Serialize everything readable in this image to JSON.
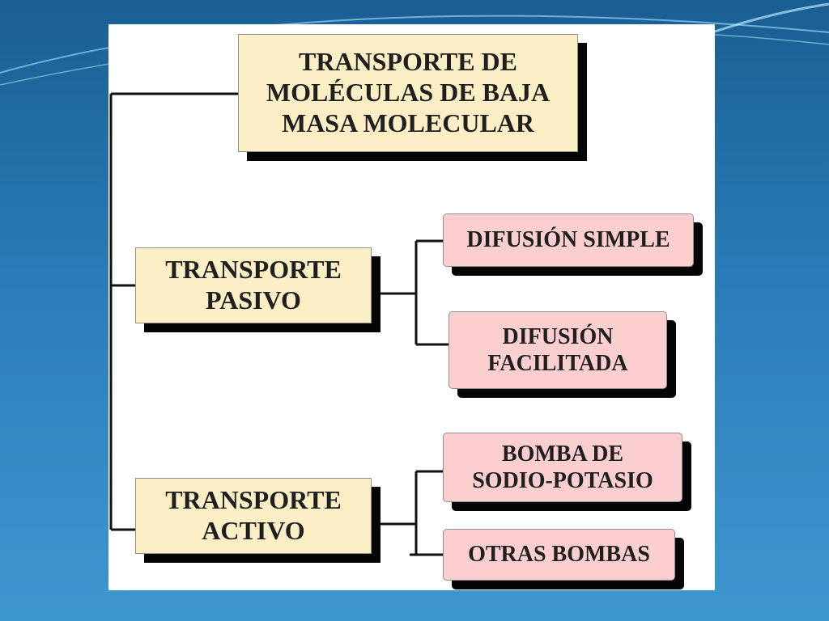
{
  "diagram": {
    "root": {
      "label": "TRANSPORTE DE\nMOLÉCULAS DE BAJA\nMASA MOLECULAR"
    },
    "passive": {
      "label": "TRANSPORTE\nPASIVO"
    },
    "active": {
      "label": "TRANSPORTE\nACTIVO"
    },
    "simple_diffusion": {
      "label": "DIFUSIÓN SIMPLE"
    },
    "facilitated_diffusion": {
      "label": "DIFUSIÓN\nFACILITADA"
    },
    "sodium_potassium_pump": {
      "label": "BOMBA DE\nSODIO-POTASIO"
    },
    "other_pumps": {
      "label": "OTRAS BOMBAS"
    }
  },
  "colors": {
    "background_blue": "#2a7cb8",
    "category_box": "#fcefc6",
    "method_box": "#fbcfcf",
    "shadow": "#050505",
    "connector": "#111111"
  }
}
